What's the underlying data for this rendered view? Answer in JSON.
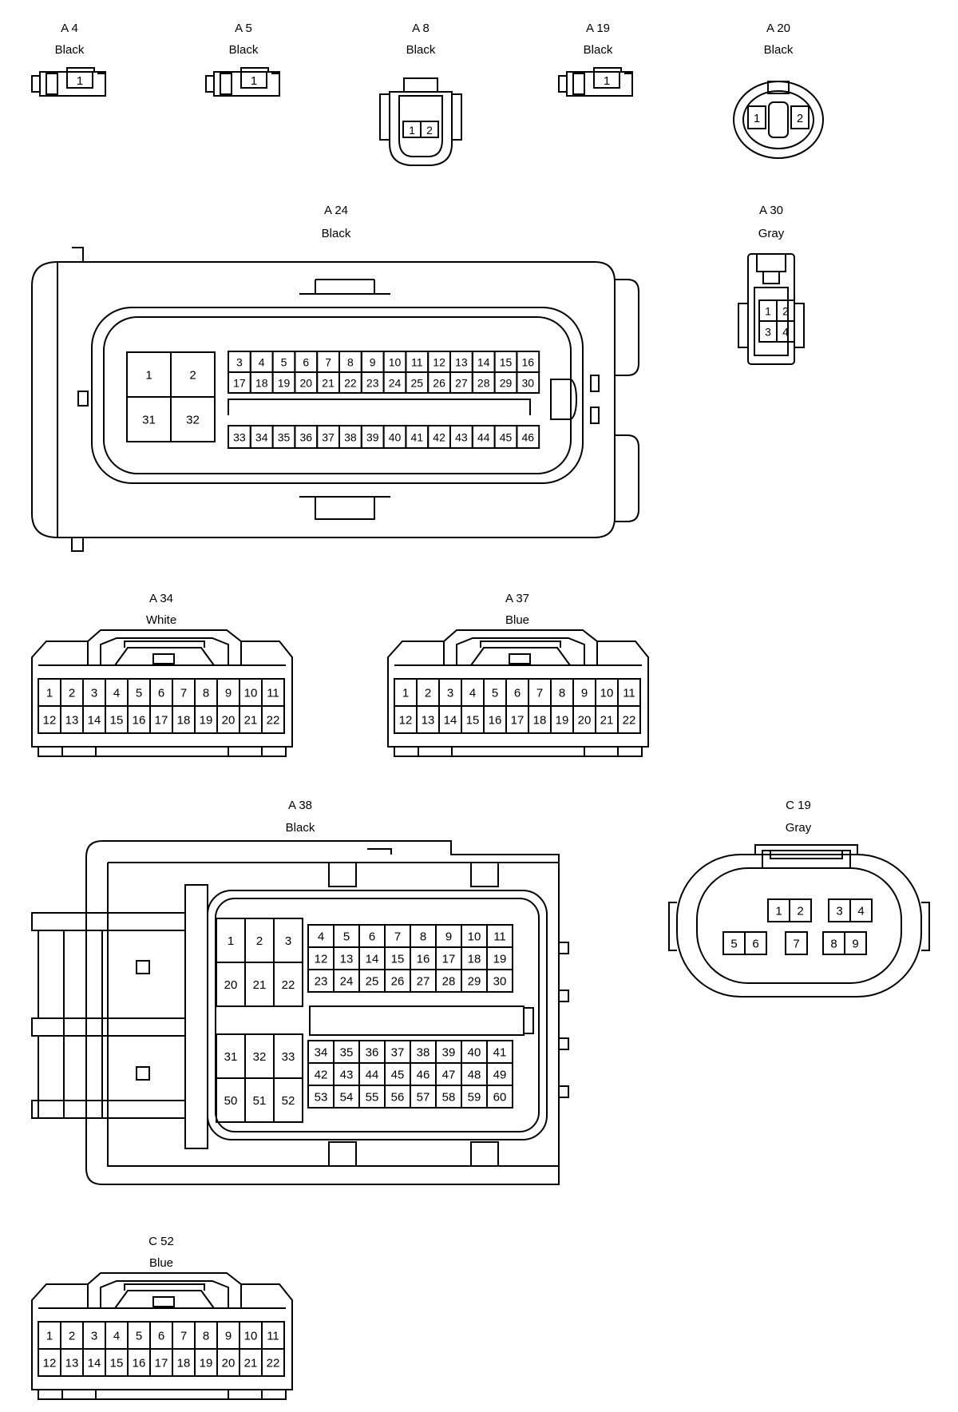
{
  "connectors": {
    "a4": {
      "id": "A 4",
      "color": "Black",
      "pins": [
        "1"
      ]
    },
    "a5": {
      "id": "A 5",
      "color": "Black",
      "pins": [
        "1"
      ]
    },
    "a8": {
      "id": "A 8",
      "color": "Black",
      "pins": [
        "1",
        "2"
      ]
    },
    "a19": {
      "id": "A 19",
      "color": "Black",
      "pins": [
        "1"
      ]
    },
    "a20": {
      "id": "A 20",
      "color": "Black",
      "pins": [
        "1",
        "2"
      ]
    },
    "a24": {
      "id": "A 24",
      "color": "Black",
      "pins": [
        "1",
        "2",
        "31",
        "32",
        "3",
        "4",
        "5",
        "6",
        "7",
        "8",
        "9",
        "10",
        "11",
        "12",
        "13",
        "14",
        "15",
        "16",
        "17",
        "18",
        "19",
        "20",
        "21",
        "22",
        "23",
        "24",
        "25",
        "26",
        "27",
        "28",
        "29",
        "30",
        "33",
        "34",
        "35",
        "36",
        "37",
        "38",
        "39",
        "40",
        "41",
        "42",
        "43",
        "44",
        "45",
        "46"
      ]
    },
    "a30": {
      "id": "A 30",
      "color": "Gray",
      "pins": [
        "1",
        "2",
        "3",
        "4"
      ]
    },
    "a34": {
      "id": "A 34",
      "color": "White",
      "pins": [
        "1",
        "2",
        "3",
        "4",
        "5",
        "6",
        "7",
        "8",
        "9",
        "10",
        "11",
        "12",
        "13",
        "14",
        "15",
        "16",
        "17",
        "18",
        "19",
        "20",
        "21",
        "22"
      ]
    },
    "a37": {
      "id": "A 37",
      "color": "Blue",
      "pins": [
        "1",
        "2",
        "3",
        "4",
        "5",
        "6",
        "7",
        "8",
        "9",
        "10",
        "11",
        "12",
        "13",
        "14",
        "15",
        "16",
        "17",
        "18",
        "19",
        "20",
        "21",
        "22"
      ]
    },
    "a38": {
      "id": "A 38",
      "color": "Black",
      "pins": [
        "1",
        "2",
        "3",
        "20",
        "21",
        "22",
        "31",
        "32",
        "33",
        "50",
        "51",
        "52",
        "4",
        "5",
        "6",
        "7",
        "8",
        "9",
        "10",
        "11",
        "12",
        "13",
        "14",
        "15",
        "16",
        "17",
        "18",
        "19",
        "23",
        "24",
        "25",
        "26",
        "27",
        "28",
        "29",
        "30",
        "34",
        "35",
        "36",
        "37",
        "38",
        "39",
        "40",
        "41",
        "42",
        "43",
        "44",
        "45",
        "46",
        "47",
        "48",
        "49",
        "53",
        "54",
        "55",
        "56",
        "57",
        "58",
        "59",
        "60"
      ]
    },
    "c19": {
      "id": "C 19",
      "color": "Gray",
      "pins": [
        "1",
        "2",
        "3",
        "4",
        "5",
        "6",
        "7",
        "8",
        "9"
      ]
    },
    "c52": {
      "id": "C 52",
      "color": "Blue",
      "pins": [
        "1",
        "2",
        "3",
        "4",
        "5",
        "6",
        "7",
        "8",
        "9",
        "10",
        "11",
        "12",
        "13",
        "14",
        "15",
        "16",
        "17",
        "18",
        "19",
        "20",
        "21",
        "22"
      ]
    }
  }
}
